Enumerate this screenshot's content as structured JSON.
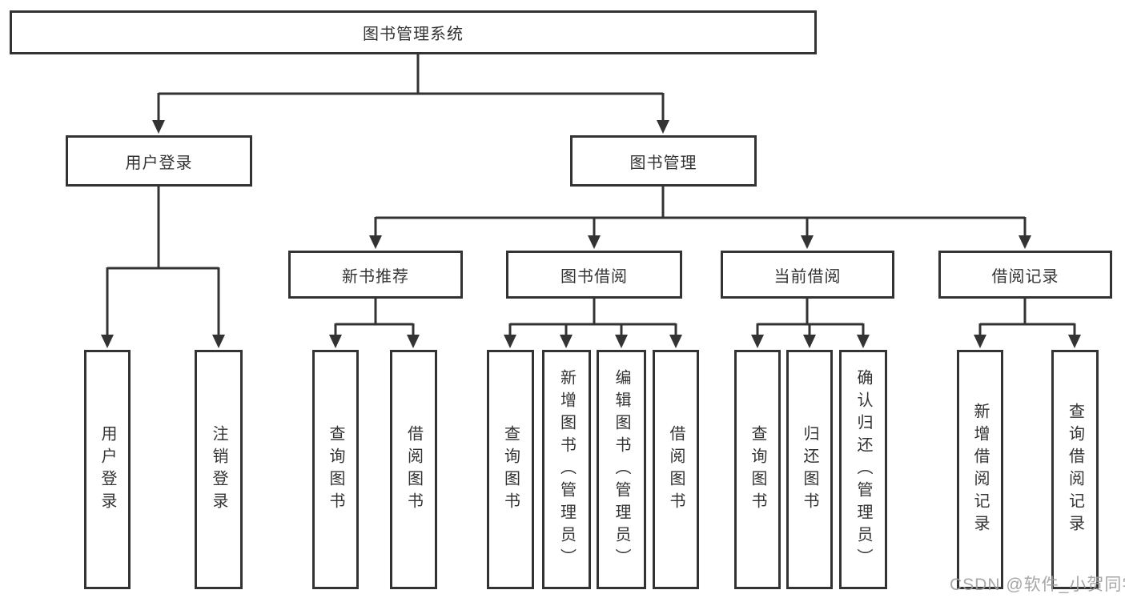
{
  "diagram_title": "图书管理系统",
  "watermark": {
    "text": "CSDN @软件_小贺同学"
  },
  "colors": {
    "line": "#333333",
    "box_border": "#333333",
    "text": "#333333",
    "watermark": "#9e9e9e",
    "background": "#ffffff"
  },
  "tree": {
    "root": {
      "label": "图书管理系统",
      "children": [
        {
          "label": "用户登录",
          "children": [
            {
              "label": "用户登录"
            },
            {
              "label": "注销登录"
            }
          ]
        },
        {
          "label": "图书管理",
          "children": [
            {
              "label": "新书推荐",
              "children": [
                {
                  "label": "查询图书"
                },
                {
                  "label": "借阅图书"
                }
              ]
            },
            {
              "label": "图书借阅",
              "children": [
                {
                  "label": "查询图书"
                },
                {
                  "label": "新增图书（管理员）"
                },
                {
                  "label": "编辑图书（管理员）"
                },
                {
                  "label": "借阅图书"
                }
              ]
            },
            {
              "label": "当前借阅",
              "children": [
                {
                  "label": "查询图书"
                },
                {
                  "label": "归还图书"
                },
                {
                  "label": "确认归还（管理员）"
                }
              ]
            },
            {
              "label": "借阅记录",
              "children": [
                {
                  "label": "新增借阅记录"
                },
                {
                  "label": "查询借阅记录"
                }
              ]
            }
          ]
        }
      ]
    }
  }
}
